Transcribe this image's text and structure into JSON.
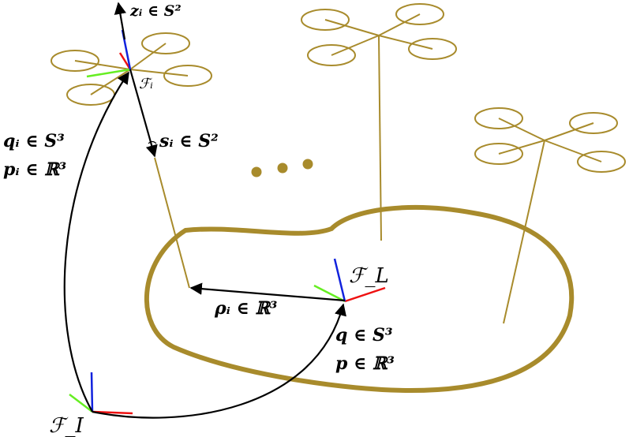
{
  "colors": {
    "payload": "#a88b2c",
    "arrow": "#000000",
    "axis_x": "#ee1111",
    "axis_y": "#66ee22",
    "axis_z": "#1122dd"
  },
  "labels": {
    "z_i": "zᵢ ∈ S²",
    "frame_i": "ℱᵢ",
    "s_i": "sᵢ ∈ S²",
    "q_i": "qᵢ ∈ S³",
    "p_i": "pᵢ ∈ ℝ³",
    "frame_L": "ℱ_L",
    "rho_i": "ρᵢ ∈ ℝ³",
    "q": "q ∈ S³",
    "p": "p ∈ ℝ³",
    "frame_I": "ℱ_I",
    "ellipsis": "● ● ●"
  }
}
